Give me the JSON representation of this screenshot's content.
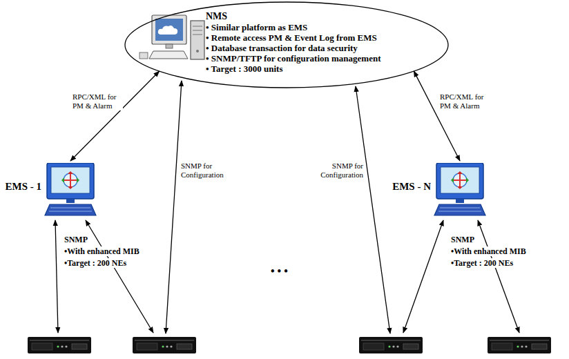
{
  "diagram": {
    "nodes": [
      {
        "text": [
          "NMS",
          "• Similar platform as EMS",
          "• Remote access PM & Event Log from EMS",
          "• Database transaction for data security",
          "• SNMP/TFTP for configuration management",
          "• Target : 3000 units"
        ]
      },
      {
        "text": [
          "EMS - 1"
        ]
      },
      {
        "text": [
          "EMS - N"
        ]
      }
    ],
    "edges": [
      {
        "from": 0,
        "to": 1,
        "arrow": "both",
        "label": "RPC/XML for PM & Alarm"
      },
      {
        "from": 0,
        "to": 2,
        "arrow": "both",
        "label": "RPC/XML for PM & Alarm"
      }
    ],
    "labels": [
      "SNMP for Configuration",
      "SNMP for Configuration",
      "SNMP",
      "•With enhanced MIB",
      "•Target : 200 NEs",
      "SNMP",
      "•With enhanced MIB",
      "•Target : 200 NEs",
      "• • •"
    ]
  }
}
